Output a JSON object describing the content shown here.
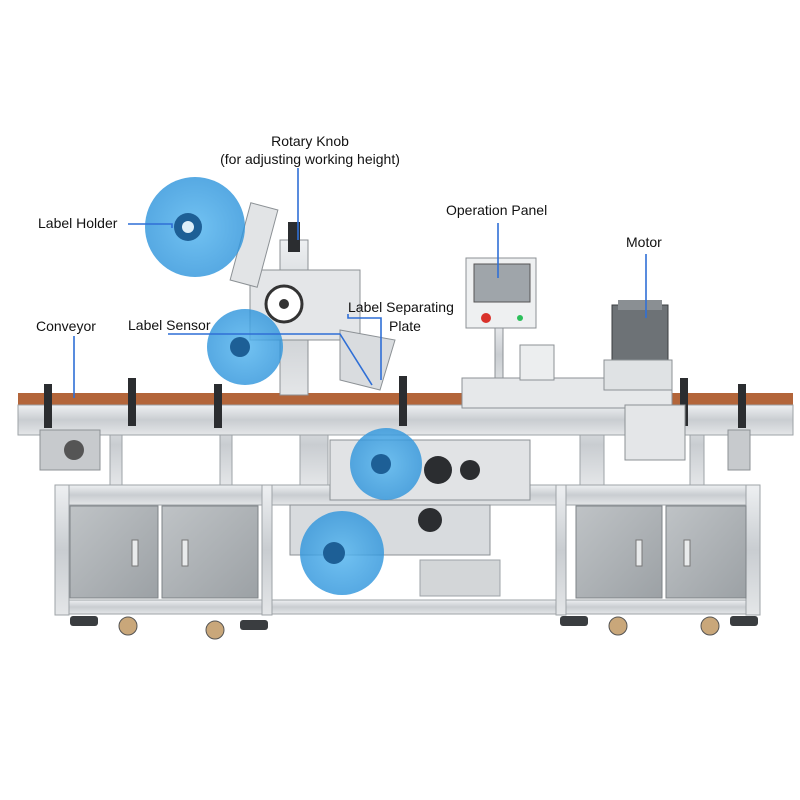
{
  "callouts": {
    "rotary_knob_line1": "Rotary Knob",
    "rotary_knob_line2": "(for adjusting working height)",
    "label_holder": "Label Holder",
    "operation_panel": "Operation Panel",
    "motor": "Motor",
    "label_separating_plate_line1": "Label Separating",
    "label_separating_plate_line2": "Plate",
    "conveyor": "Conveyor",
    "label_sensor": "Label Sensor"
  },
  "colors": {
    "callout_line": "#2f6fd6",
    "label_roll": "#3aa3e8",
    "frame": "#d6d9dc",
    "cabinet": "#a9aeb2",
    "belt": "#b3653a"
  }
}
